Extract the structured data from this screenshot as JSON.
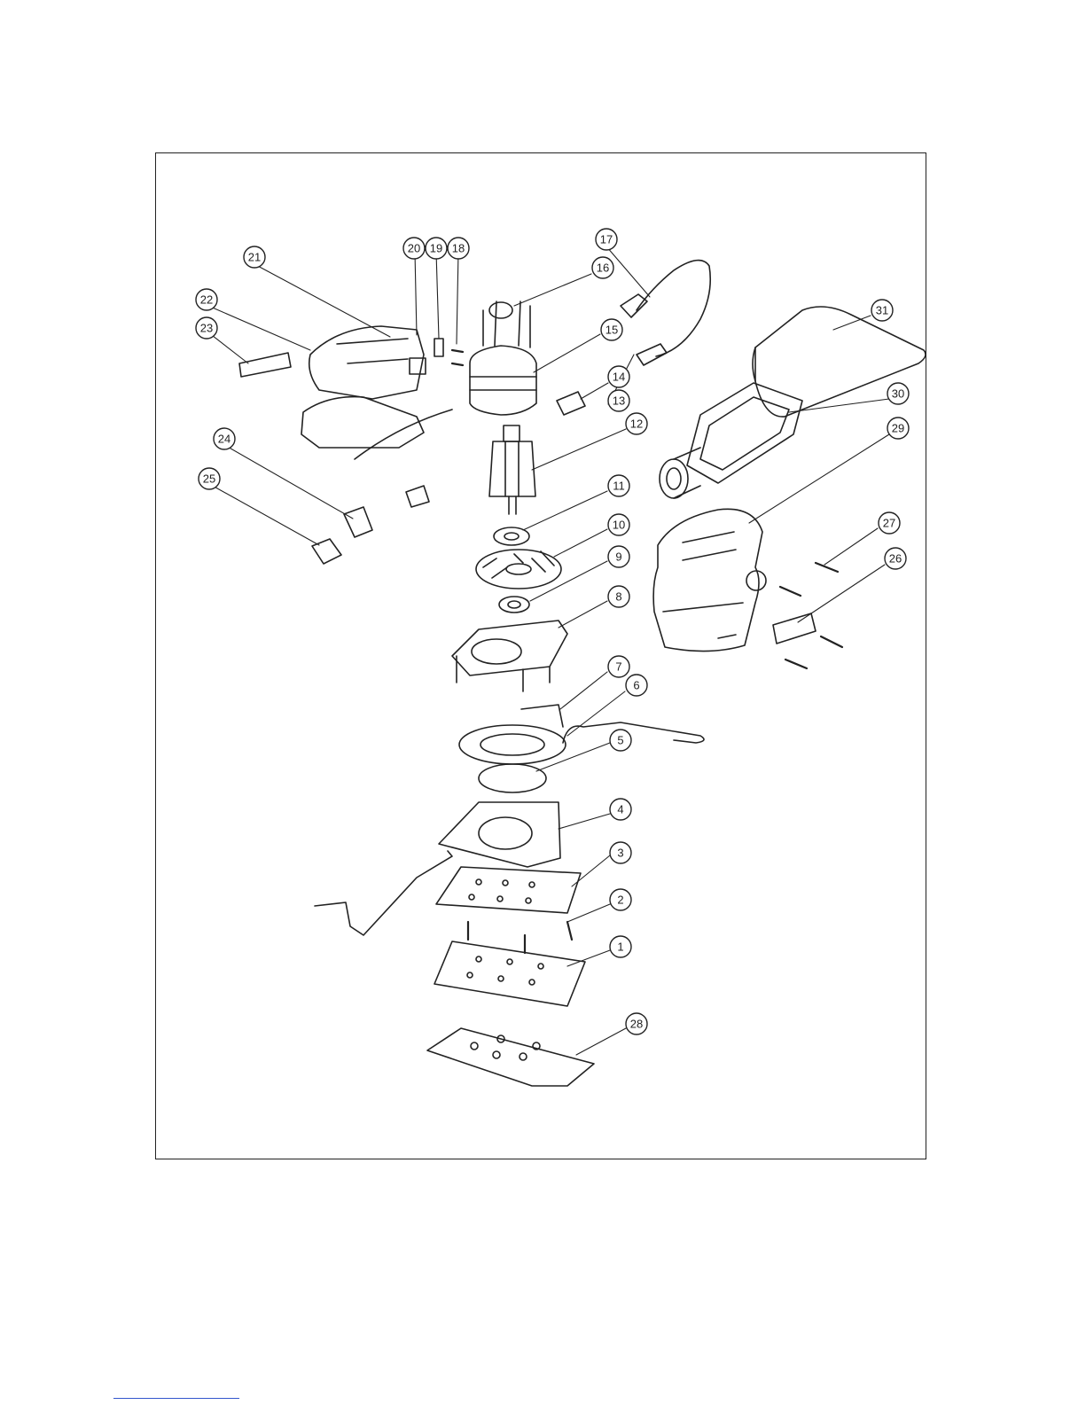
{
  "diagram": {
    "callouts": [
      "1",
      "2",
      "3",
      "4",
      "5",
      "6",
      "7",
      "8",
      "9",
      "10",
      "11",
      "12",
      "13",
      "14",
      "15",
      "16",
      "17",
      "18",
      "19",
      "20",
      "21",
      "22",
      "23",
      "24",
      "25",
      "26",
      "27",
      "28",
      "29",
      "30",
      "31"
    ]
  },
  "colors": {
    "ink": "#222222",
    "paper": "#ffffff",
    "footnote_rule": "#3355cc"
  }
}
